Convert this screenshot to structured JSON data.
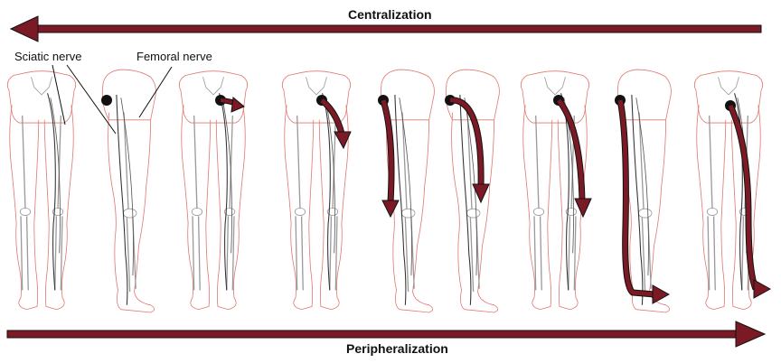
{
  "labels": {
    "top_arrow": "Centralization",
    "bottom_arrow": "Peripheralization",
    "sciatic": "Sciatic nerve",
    "femoral": "Femoral nerve"
  },
  "colors": {
    "arrow_fill": "#7b1a24",
    "arrow_outline": "#111111",
    "skin_outline": "#e07a72",
    "bone": "#9a9a9a",
    "nerve": "#333333",
    "pain_dot": "#111111"
  },
  "panels": [
    {
      "id": "1",
      "view": "back",
      "pain": "none"
    },
    {
      "id": "2",
      "view": "side",
      "pain": "buttock"
    },
    {
      "id": "3",
      "view": "back",
      "pain": "buttock"
    },
    {
      "id": "4",
      "view": "back",
      "pain": "thigh"
    },
    {
      "id": "5",
      "view": "side",
      "pain": "below-knee"
    },
    {
      "id": "6",
      "view": "side",
      "pain": "knee"
    },
    {
      "id": "7",
      "view": "back",
      "pain": "calf"
    },
    {
      "id": "8",
      "view": "side",
      "pain": "foot"
    },
    {
      "id": "9",
      "view": "back",
      "pain": "foot"
    }
  ]
}
